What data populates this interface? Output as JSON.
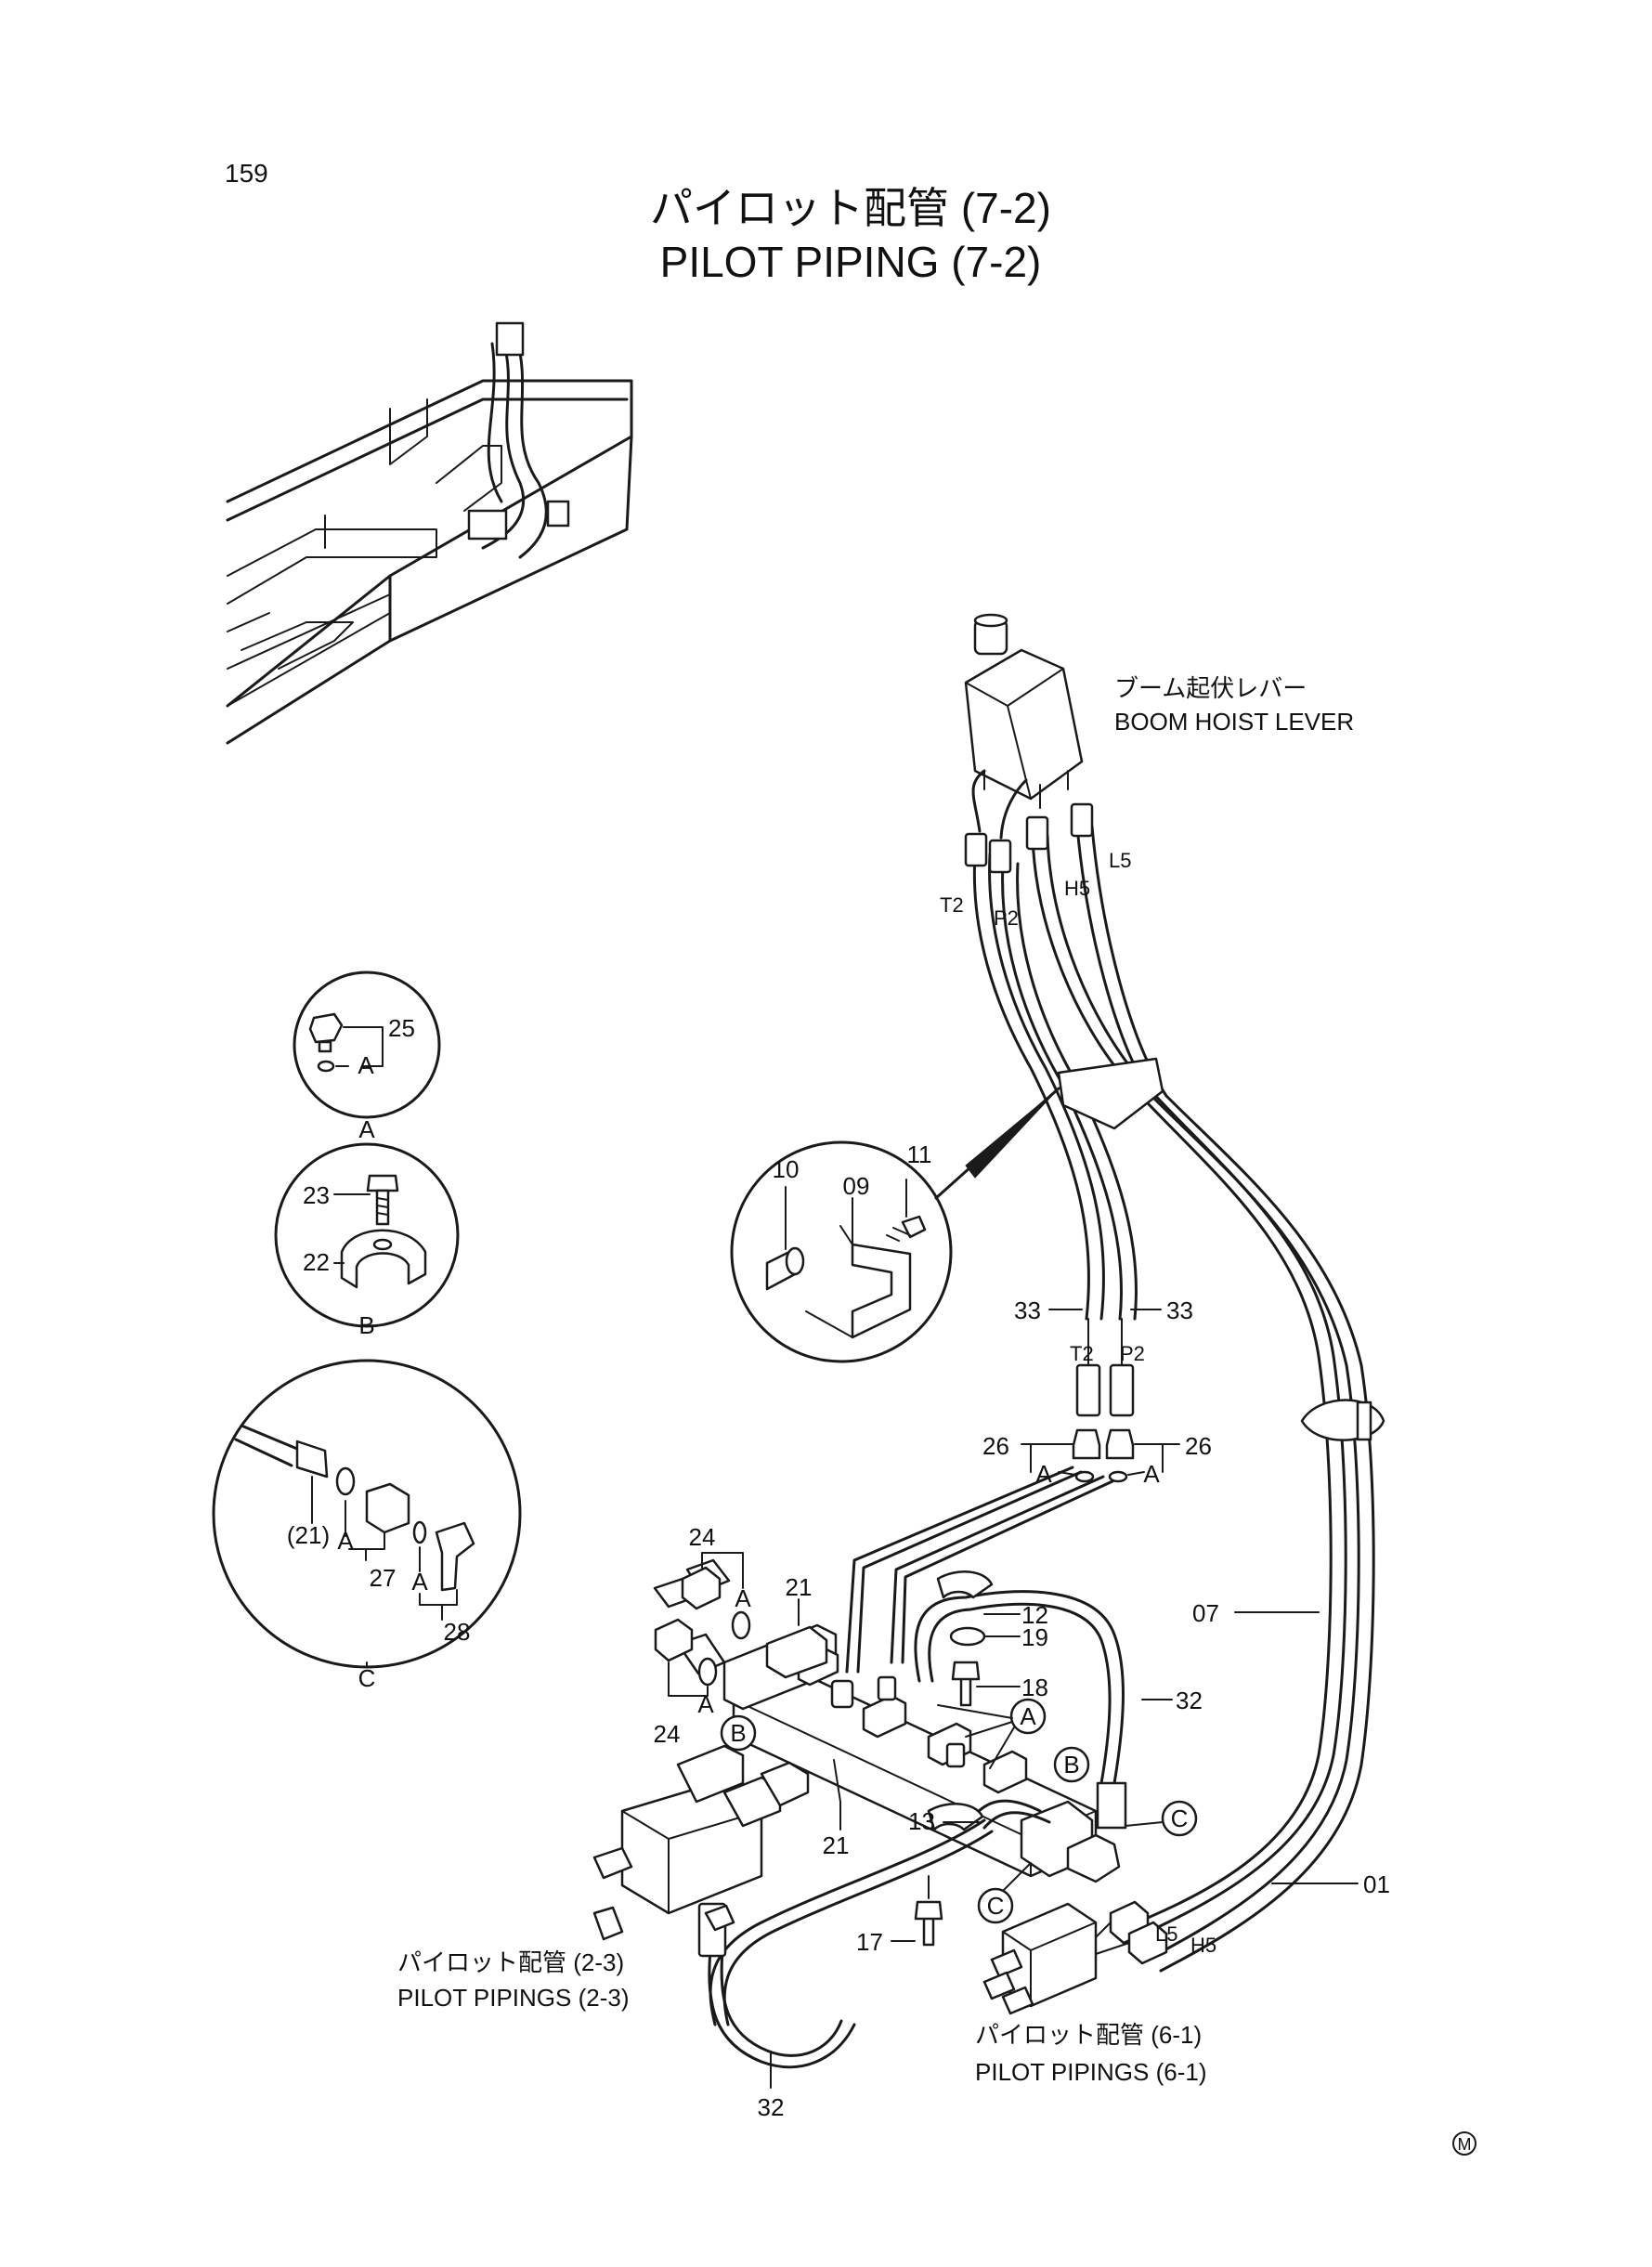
{
  "page_number": "159",
  "title_jp": "パイロット配管 (7-2)",
  "title_en": "PILOT PIPING (7-2)",
  "boom_lever_jp": "ブーム起伏レバー",
  "boom_lever_en": "BOOM HOIST LEVER",
  "ref_2_3_jp": "パイロット配管 (2-3)",
  "ref_2_3_en": "PILOT PIPINGS (2-3)",
  "ref_6_1_jp": "パイロット配管 (6-1)",
  "ref_6_1_en": "PILOT PIPINGS (6-1)",
  "mark": "M",
  "detail_letters": {
    "a": "A",
    "b": "B",
    "c": "C"
  },
  "port_labels": {
    "t2": "T2",
    "p2": "P2",
    "h5": "H5",
    "l5": "L5"
  },
  "part_numbers": {
    "p01": "01",
    "p07": "07",
    "p09": "09",
    "p10": "10",
    "p11": "11",
    "p12": "12",
    "p13": "13",
    "p17": "17",
    "p18": "18",
    "p19": "19",
    "p21": "21",
    "p21_ref": "(21)",
    "p22": "22",
    "p23": "23",
    "p24": "24",
    "p25": "25",
    "p26": "26",
    "p27": "27",
    "p28": "28",
    "p32": "32",
    "p33": "33"
  }
}
